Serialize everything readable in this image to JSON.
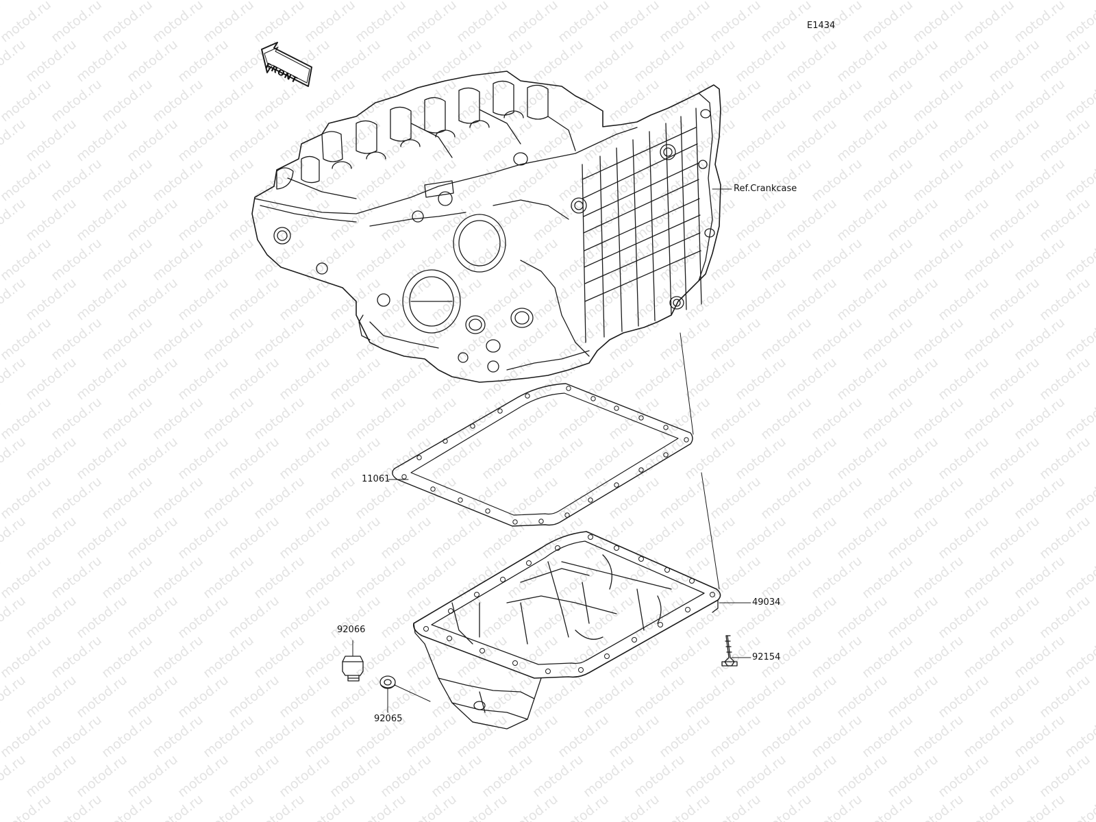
{
  "diagram": {
    "code": "E1434",
    "direction_label": "FRONT",
    "watermark": "motod.ru",
    "callouts": {
      "crankcase": "Ref.Crankcase",
      "gasket": "11061",
      "oil_pan": "49034",
      "bolt": "92154",
      "drain_plug": "92066",
      "washer": "92065"
    }
  },
  "colors": {
    "line": "#1a1a1a",
    "watermark": "#e3e3e3",
    "background": "#ffffff"
  }
}
